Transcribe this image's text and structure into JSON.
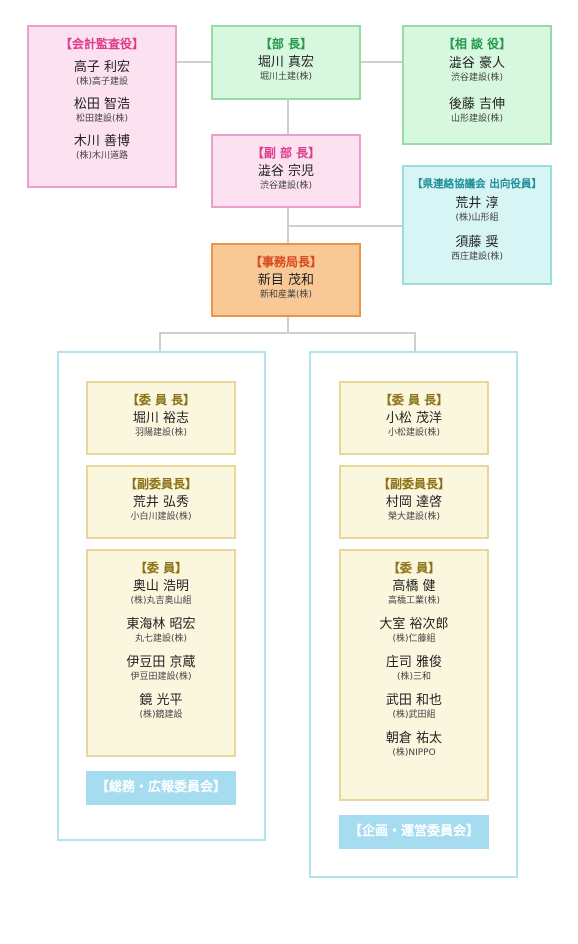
{
  "advisors_audit": {
    "role": "【会計監査役】",
    "members": [
      {
        "name": "高子 利宏",
        "company": "(株)高子建設"
      },
      {
        "name": "松田 智浩",
        "company": "松田建設(株)"
      },
      {
        "name": "木川 善博",
        "company": "(株)木川道路"
      }
    ]
  },
  "chief": {
    "role": "【部 長】",
    "members": [
      {
        "name": "堀川 真宏",
        "company": "堀川土建(株)"
      }
    ]
  },
  "counselors": {
    "role": "【相 談 役】",
    "members": [
      {
        "name": "澁谷 豪人",
        "company": "渋谷建設(株)"
      },
      {
        "name": "後藤 吉伸",
        "company": "山形建設(株)"
      }
    ]
  },
  "vice_chief": {
    "role": "【副 部 長】",
    "members": [
      {
        "name": "澁谷 宗児",
        "company": "渋谷建設(株)"
      }
    ]
  },
  "liaison": {
    "role": "【県連絡協議会 出向役員】",
    "members": [
      {
        "name": "荒井 淳",
        "company": "(株)山形組"
      },
      {
        "name": "須藤 奨",
        "company": "西庄建設(株)"
      }
    ]
  },
  "secretary": {
    "role": "【事務局長】",
    "members": [
      {
        "name": "新目 茂和",
        "company": "新和産業(株)"
      }
    ]
  },
  "committee_left": {
    "name": "【総務・広報委員会】",
    "chair": {
      "role": "【委 員 長】",
      "members": [
        {
          "name": "堀川 裕志",
          "company": "羽陽建設(株)"
        }
      ]
    },
    "vice": {
      "role": "【副委員長】",
      "members": [
        {
          "name": "荒井 弘秀",
          "company": "小白川建設(株)"
        }
      ]
    },
    "members": {
      "role": "【委 員】",
      "members": [
        {
          "name": "奥山 浩明",
          "company": "(株)丸吉奥山組"
        },
        {
          "name": "東海林 昭宏",
          "company": "丸七建設(株)"
        },
        {
          "name": "伊豆田 京蔵",
          "company": "伊豆田建設(株)"
        },
        {
          "name": "鏡 光平",
          "company": "(株)鏡建設"
        }
      ]
    }
  },
  "committee_right": {
    "name": "【企画・運営委員会】",
    "chair": {
      "role": "【委 員 長】",
      "members": [
        {
          "name": "小松 茂洋",
          "company": "小松建設(株)"
        }
      ]
    },
    "vice": {
      "role": "【副委員長】",
      "members": [
        {
          "name": "村岡 達啓",
          "company": "榮大建設(株)"
        }
      ]
    },
    "members": {
      "role": "【委 員】",
      "members": [
        {
          "name": "高橋 健",
          "company": "高橋工業(株)"
        },
        {
          "name": "大室 裕次郎",
          "company": "(株)仁藤組"
        },
        {
          "name": "庄司 雅俊",
          "company": "(株)三和"
        },
        {
          "name": "武田 和也",
          "company": "(株)武田組"
        },
        {
          "name": "朝倉 祐太",
          "company": "(株)NIPPO"
        }
      ]
    }
  }
}
